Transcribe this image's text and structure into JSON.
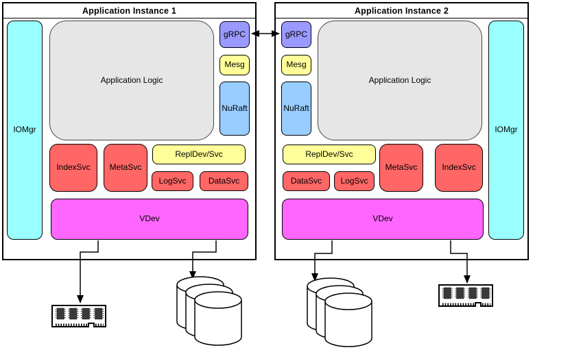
{
  "instances": [
    {
      "title": "Application Instance 1",
      "iomgr": "IOMgr",
      "app_logic": "Application Logic",
      "grpc": "gRPC",
      "mesg": "Mesg",
      "nuraft": "NuRaft",
      "index_svc": "IndexSvc",
      "meta_svc": "MetaSvc",
      "repl_dev_svc": "ReplDev/Svc",
      "log_svc": "LogSvc",
      "data_svc": "DataSvc",
      "vdev": "VDev",
      "external_storage": [
        "memory-chip-icon",
        "database-stack-icon"
      ]
    },
    {
      "title": "Application Instance 2",
      "iomgr": "IOMgr",
      "app_logic": "Application Logic",
      "grpc": "gRPC",
      "mesg": "Mesg",
      "nuraft": "NuRaft",
      "index_svc": "IndexSvc",
      "meta_svc": "MetaSvc",
      "repl_dev_svc": "ReplDev/Svc",
      "log_svc": "LogSvc",
      "data_svc": "DataSvc",
      "vdev": "VDev",
      "external_storage": [
        "database-stack-icon",
        "memory-chip-icon"
      ]
    }
  ],
  "connections": [
    {
      "from": "instance1.grpc",
      "to": "instance2.grpc",
      "type": "bidirectional-arrow"
    },
    {
      "from": "instance1.vdev",
      "to": "instance1.memory-chip",
      "type": "arrow"
    },
    {
      "from": "instance1.vdev",
      "to": "instance1.database-stack",
      "type": "arrow"
    },
    {
      "from": "instance2.vdev",
      "to": "instance2.database-stack",
      "type": "arrow"
    },
    {
      "from": "instance2.vdev",
      "to": "instance2.memory-chip",
      "type": "arrow"
    }
  ],
  "colors": {
    "iomgr": "#99FFFF",
    "app_logic": "#E6E6E6",
    "grpc": "#9999FF",
    "mesg": "#FFFF99",
    "nuraft": "#99CCFF",
    "service_red": "#FF6666",
    "repl_dev_svc": "#FFFF99",
    "vdev": "#FF66FF",
    "line": "#000000",
    "background": "#FFFFFF"
  }
}
